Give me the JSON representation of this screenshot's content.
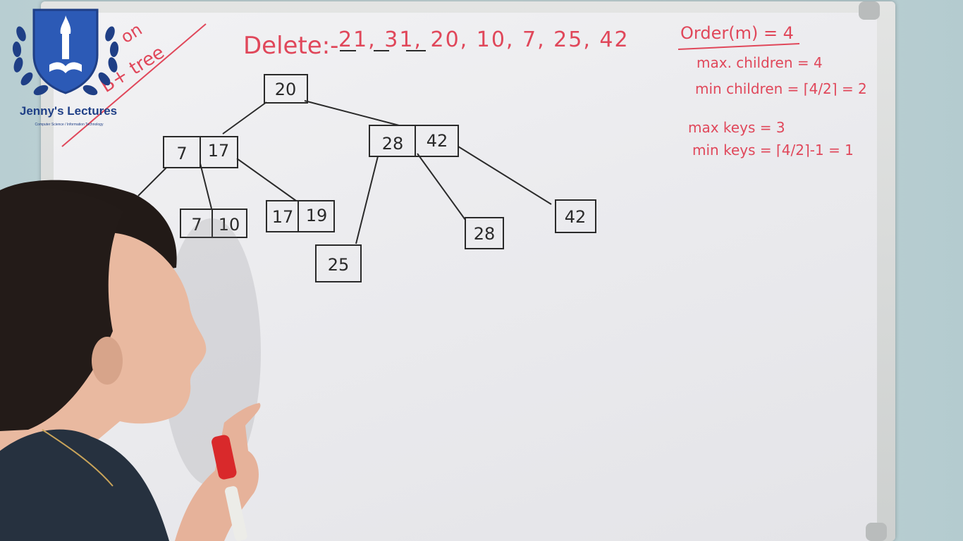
{
  "logo": {
    "title": "Jenny's Lectures",
    "subtitle": "Computer Science / Information Technology"
  },
  "board": {
    "corner_note_lines": [
      "on",
      "B+ tree"
    ],
    "delete_label": "Delete:-",
    "delete_sequence": "21, 31, 20, 10, 7, 25, 42",
    "notes": {
      "order": "Order(m) = 4",
      "max_children": "max. children = 4",
      "min_children": "min children = ⌈4/2⌉ = 2",
      "max_keys": "max keys = 3",
      "min_keys": "min keys = ⌈4/2⌉-1 = 1"
    },
    "tree": {
      "root": [
        "20"
      ],
      "left_internal": [
        "7",
        "17"
      ],
      "right_internal": [
        "28",
        "42"
      ],
      "leaves": [
        [
          "7",
          "10"
        ],
        [
          "17",
          "19"
        ],
        [
          "25"
        ],
        [
          "28"
        ],
        [
          "42"
        ]
      ]
    }
  },
  "colors": {
    "marker_red": "#e0475a",
    "marker_black": "#2a2a2a",
    "logo_blue": "#1f3f86"
  }
}
